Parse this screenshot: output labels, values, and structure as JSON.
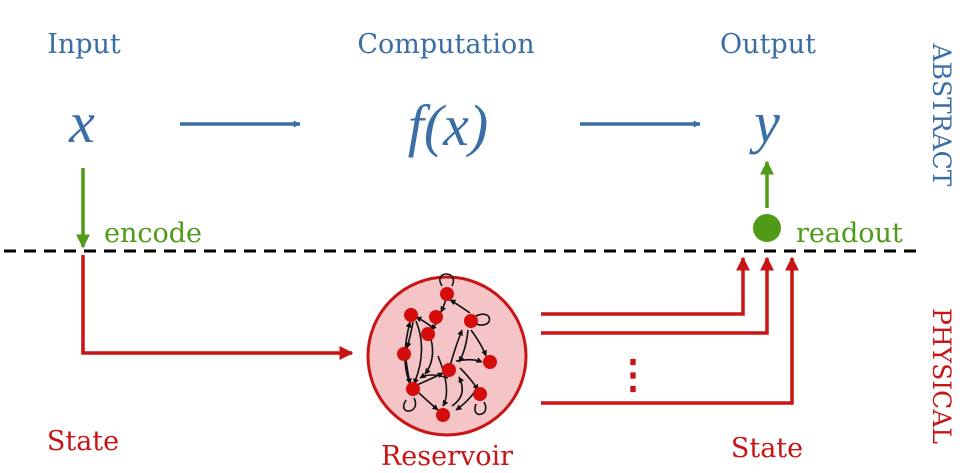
{
  "abstract": {
    "input": {
      "heading": "Input",
      "symbol": "x"
    },
    "computation": {
      "heading": "Computation",
      "symbol": "f(x)"
    },
    "output": {
      "heading": "Output",
      "symbol": "y"
    },
    "side_label": "ABSTRACT"
  },
  "interface": {
    "encode_label": "encode",
    "readout_label": "readout"
  },
  "physical": {
    "side_label": "PHYSICAL",
    "input_state_label": "State",
    "reservoir_label": "Reservoir",
    "output_state_label": "State",
    "ellipsis": "⋮"
  },
  "colors": {
    "abstract_blue": "#3a6ea5",
    "encode_green": "#4f9a16",
    "physical_red": "#c81414",
    "reservoir_fill": "#f4c4c6",
    "node_red": "#d40c0c",
    "dashed_line": "#000000"
  }
}
